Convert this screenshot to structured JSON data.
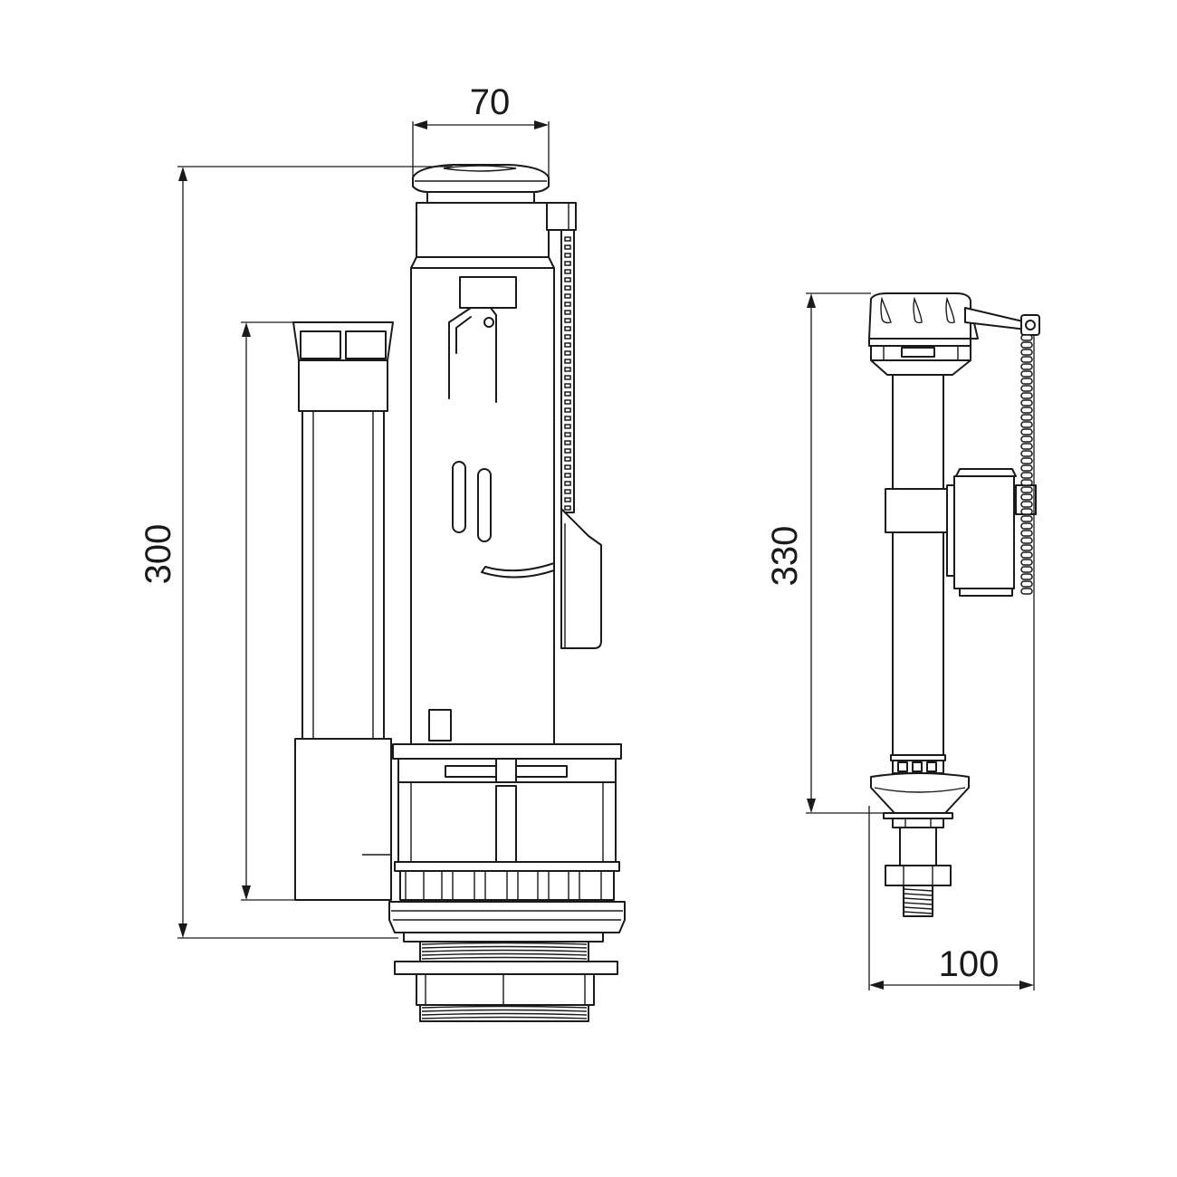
{
  "dimensions": {
    "flush_valve_width": "70",
    "flush_valve_height": "300",
    "fill_valve_height": "330",
    "fill_valve_width": "100"
  },
  "colors": {
    "line": "#1a1a1a",
    "background": "#ffffff"
  }
}
